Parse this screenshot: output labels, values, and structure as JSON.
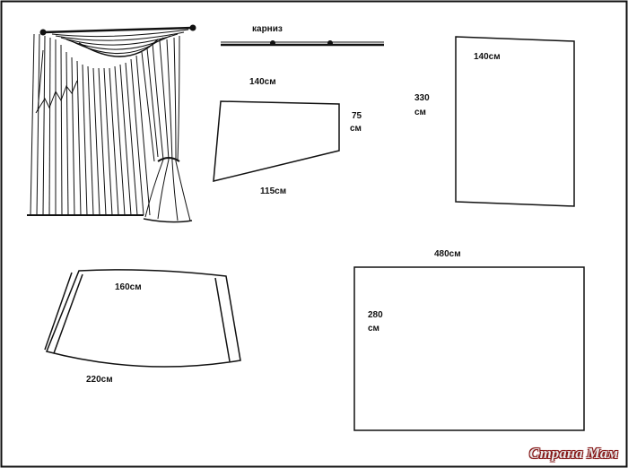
{
  "labels": {
    "cornice": "карниз",
    "swag_top": "140см",
    "swag_height_num": "75",
    "swag_height_unit": "см",
    "swag_bottom": "115см",
    "panel_height_num": "330",
    "panel_height_unit": "см",
    "panel_width": "140см",
    "valance_top": "160см",
    "valance_bottom": "220см",
    "curtain_width": "480см",
    "curtain_height_num": "280",
    "curtain_height_unit": "см"
  },
  "watermark": "Страна Мам",
  "colors": {
    "line": "#111111",
    "background": "#ffffff",
    "watermark_outline": "#8a1a1a"
  }
}
